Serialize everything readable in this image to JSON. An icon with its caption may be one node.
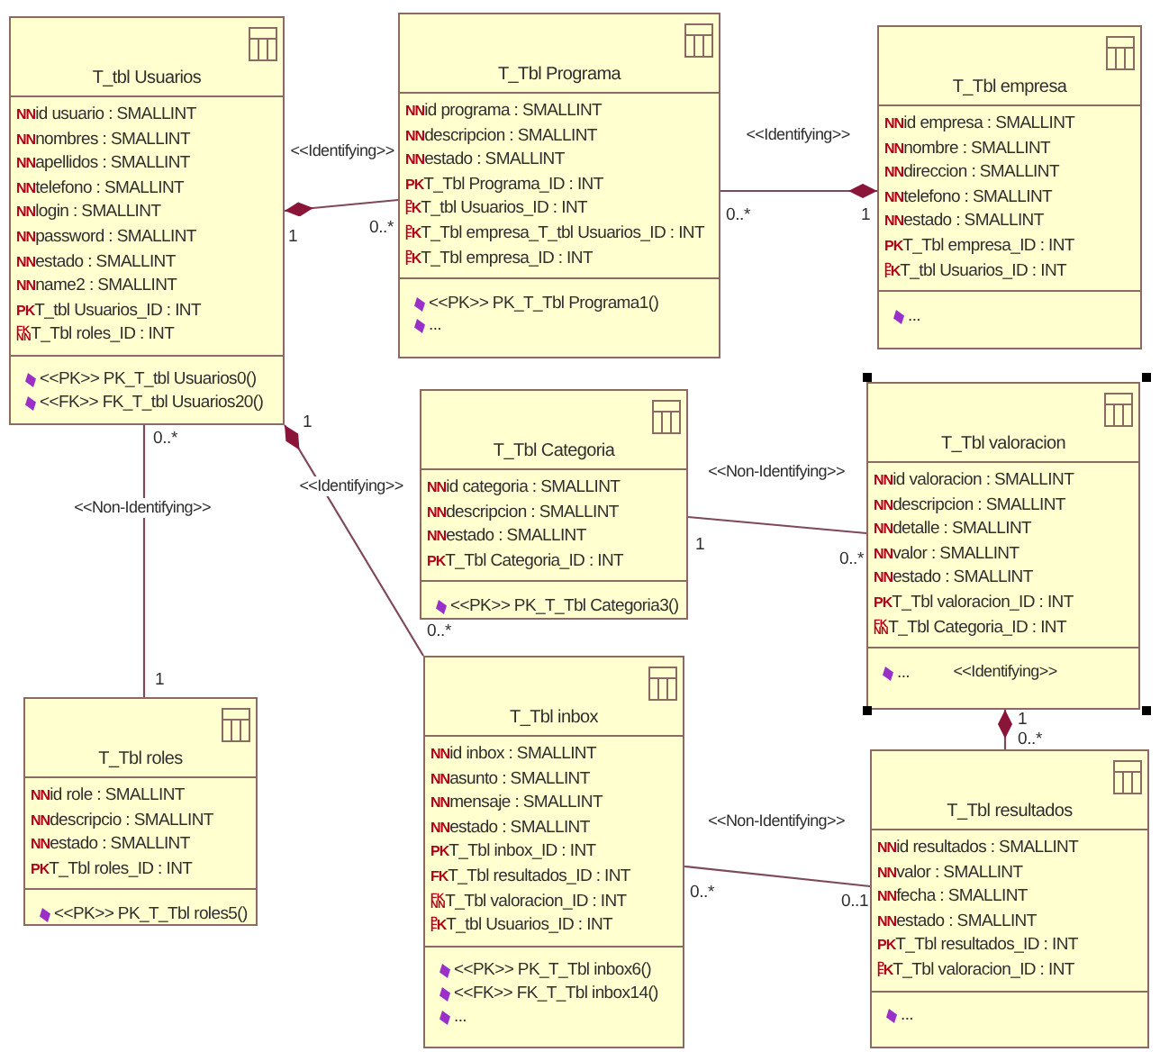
{
  "diagram": {
    "nodes": [
      {
        "text": [
          "T_tbl Usuarios",
          "**NN**id usuario : SMALLINT",
          "**NN**nombres : SMALLINT",
          "**NN**apellidos : SMALLINT",
          "**NN**telefono : SMALLINT",
          "**NN**login : SMALLINT",
          "**NN**password : SMALLINT",
          "**NN**estado : SMALLINT",
          "**NN**name2 : SMALLINT",
          "**PK**T_tbl Usuarios_ID : INT",
          "$^{FK}$$_{NN}$T_Tbl roles_ID : INT",
          "<<PK>> PK_T_tbl Usuarios0()",
          "<<FK>> FK_T_tbl Usuarios20()"
        ]
      },
      {
        "text": [
          "T_Tbl Programa",
          "**NN**id programa : SMALLINT",
          "**NN**descripcion : SMALLINT",
          "**NN**estado : SMALLINT",
          "**PK**T_Tbl Programa_ID : INT",
          "$^{P}$$_{F}$**K**T_tbl Usuarios_ID : INT",
          "$^{P}$$_{F}$**K**T_Tbl empresa_T_tbl Usuarios_ID : INT",
          "$^{P}$$_{F}$**K**T_Tbl empresa_ID : INT",
          "<<PK>> PK_T_Tbl Programa1()",
          "..."
        ]
      },
      {
        "text": [
          "T_Tbl empresa",
          "**NN**id empresa : SMALLINT",
          "**NN**nombre : SMALLINT",
          "**NN**direccion : SMALLINT",
          "**NN**telefono : SMALLINT",
          "**NN**estado : SMALLINT",
          "**PK**T_Tbl empresa_ID : INT",
          "$^{P}$$_{F}$**K**T_tbl Usuarios_ID : INT",
          "..."
        ]
      },
      {
        "text": [
          "T_Tbl Categoria",
          "**NN**id categoria : SMALLINT",
          "**NN**descripcion : SMALLINT",
          "**NN**estado : SMALLINT",
          "**PK**T_Tbl Categoria_ID : INT",
          "<<PK>> PK_T_Tbl Categoria3()"
        ]
      },
      {
        "text": [
          "T_Tbl valoracion",
          "**NN**id valoracion : SMALLINT",
          "**NN**descripcion : SMALLINT",
          "**NN**detalle : SMALLINT",
          "**NN**valor : SMALLINT",
          "**NN**estado : SMALLINT",
          "**PK**T_Tbl valoracion_ID : INT",
          "$^{FK}$$_{NN}$T_Tbl Categoria_ID : INT",
          "..."
        ]
      },
      {
        "text": [
          "T_Tbl roles",
          "**NN**id role : SMALLINT",
          "**NN**descripcio : SMALLINT",
          "**NN**estado : SMALLINT",
          "**PK**T_Tbl roles_ID : INT",
          "<<PK>> PK_T_Tbl roles5()"
        ]
      },
      {
        "text": [
          "T_Tbl inbox",
          "**NN**id inbox : SMALLINT",
          "**NN**asunto : SMALLINT",
          "**NN**mensaje : SMALLINT",
          "**NN**estado : SMALLINT",
          "**PK**T_Tbl inbox_ID : INT",
          "**FK**T_Tbl resultados_ID : INT",
          "$^{FK}$$_{NN}$T_Tbl valoracion_ID : INT",
          "$^{P}$$_{F}$**K**T_tbl Usuarios_ID : INT",
          "<<PK>> PK_T_Tbl inbox6()",
          "<<FK>> FK_T_Tbl inbox14()",
          "..."
        ]
      },
      {
        "text": [
          "T_Tbl resultados",
          "**NN**id resultados : SMALLINT",
          "**NN**valor : SMALLINT",
          "**NN**fecha : SMALLINT",
          "**NN**estado : SMALLINT",
          "**PK**T_Tbl resultados_ID : INT",
          "$^{P}$$_{F}$**K**T_Tbl valoracion_ID : INT",
          "..."
        ]
      }
    ],
    "edges": [
      {
        "from": 1,
        "to": 0,
        "arrow": "other",
        "label": "<<Identifying>>"
      },
      {
        "from": 1,
        "to": 2,
        "arrow": "other",
        "label": "<<Identifying>>"
      },
      {
        "from": 0,
        "to": 5,
        "arrow": "none",
        "label": "<<Non-Identifying>>"
      },
      {
        "from": 6,
        "to": 0,
        "arrow": "other",
        "label": "<<Identifying>>"
      },
      {
        "from": 3,
        "to": 4,
        "arrow": "none",
        "label": "<<Non-Identifying>>"
      },
      {
        "from": 7,
        "to": 4,
        "arrow": "other",
        "label": "<<Identifying>>"
      },
      {
        "from": 6,
        "to": 7,
        "arrow": "none",
        "label": "<<Non-Identifying>>"
      }
    ],
    "labels": [
      "1",
      "0..*",
      "0..*",
      "1",
      "1",
      "0..*",
      "1",
      "0..*",
      "0..*",
      "1",
      "1",
      "0..*",
      "0..*",
      "0..1"
    ]
  }
}
